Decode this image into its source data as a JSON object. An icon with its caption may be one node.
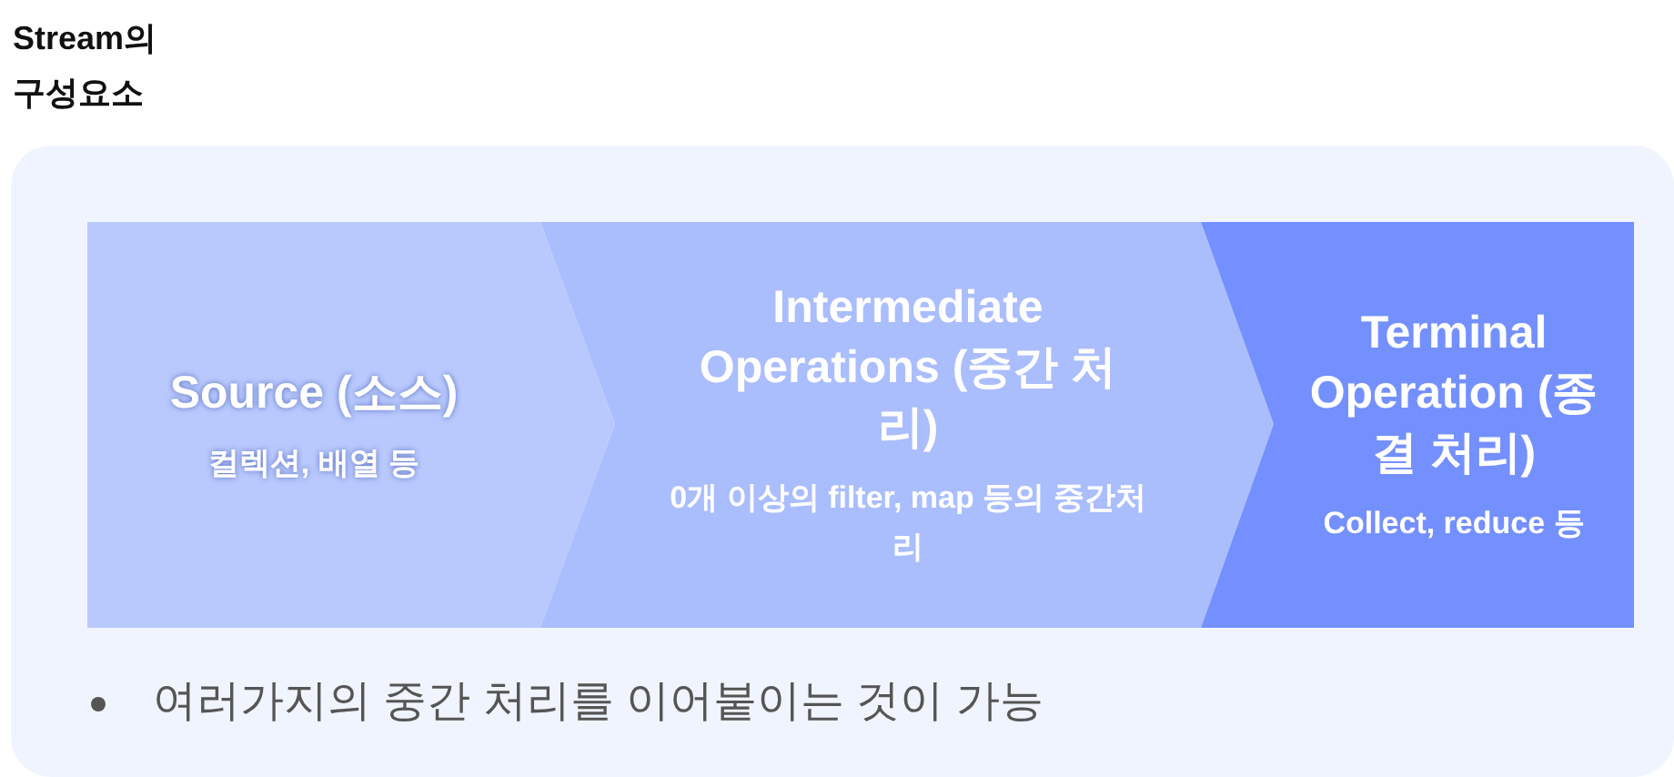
{
  "diagram": {
    "title": "Stream의 구성요소",
    "nodes": [
      {
        "text": [
          "Source (소스)",
          "컬렉션, 배열 등"
        ]
      },
      {
        "text": [
          "Intermediate Operations (중간 처리)",
          "0개 이상의 filter, map 등의 중간처리"
        ]
      },
      {
        "text": [
          "Terminal Operation (종결 처리)",
          "Collect, reduce 등"
        ]
      }
    ],
    "labels": [
      "여러가지의 중간 처리를 이어붙이는 것이 가능"
    ]
  }
}
